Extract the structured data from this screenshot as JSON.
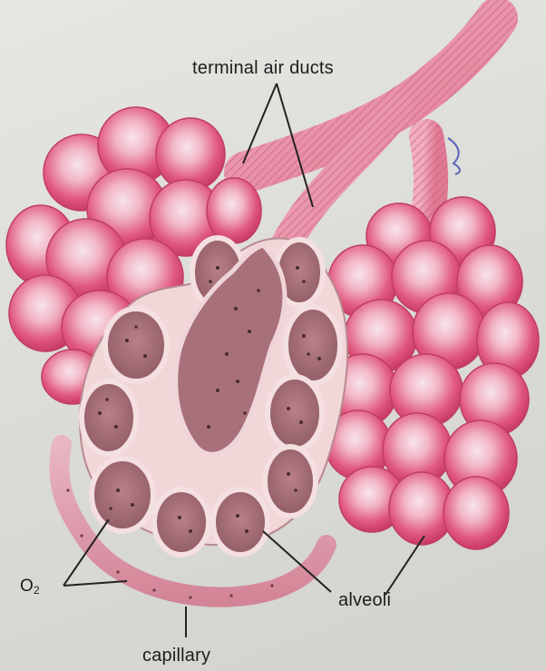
{
  "labels": {
    "terminal_air_ducts": "terminal air ducts",
    "alveoli": "alveoli",
    "capillary": "capillary",
    "oxygen_base": "O",
    "oxygen_sub": "2"
  },
  "colors": {
    "alveolus_pink": "#e0577f",
    "alveolus_light": "#f6d2dc",
    "duct_pink": "#e88aa3",
    "cut_interior": "#a9707a",
    "cut_wall": "#f2d7d9",
    "leader_line": "#222222"
  }
}
